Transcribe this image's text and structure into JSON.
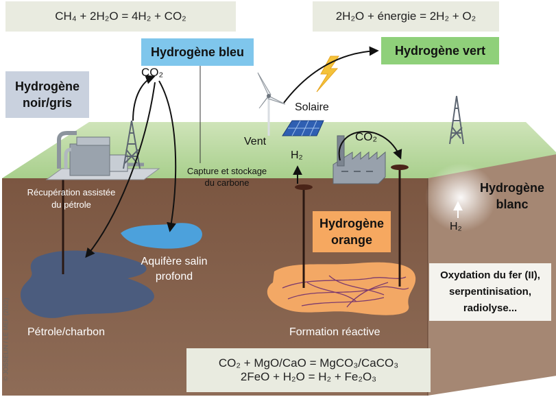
{
  "equations": {
    "smr": "CH₄ + 2H₂O = 4H₂ + CO₂",
    "electrolysis": "2H₂O + énergie = 2H₂ + O₂",
    "mineral": "CO₂ + MgO/CaO = MgCO₃/CaCO₃",
    "fe": "2FeO + H₂O = H₂ + Fe₂O₃"
  },
  "hydrogen_types": {
    "black_line1": "Hydrogène",
    "black_line2": "noir/gris",
    "blue": "Hydrogène bleu",
    "green": "Hydrogène vert",
    "orange_line1": "Hydrogène",
    "orange_line2": "orange",
    "white_line1": "Hydrogène",
    "white_line2": "blanc"
  },
  "labels": {
    "co2_top": "CO₂",
    "co2_factory": "CO₂",
    "h2_orange": "H₂",
    "h2_white": "H₂",
    "solar": "Solaire",
    "wind": "Vent",
    "ccs_line1": "Capture et stockage",
    "ccs_line2": "du carbone",
    "eor_line1": "Récupération assistée",
    "eor_line2": "du pétrole",
    "aquifer_line1": "Aquifère salin",
    "aquifer_line2": "profond",
    "oil": "Pétrole/charbon",
    "formation": "Formation réactive",
    "oxidation_line1": "Oxydation du fer (II),",
    "oxidation_line2": "serpentinisation,",
    "oxidation_line3": "radiolyse..."
  },
  "credit": "© JOSSELIN / LE MEF (2022)",
  "colors": {
    "black_box": "#c9d1de",
    "blue_box": "#7fc6ec",
    "green_box": "#8fd07a",
    "orange_box": "#f6a860",
    "ground_top": "#b7d89c",
    "soil_front": "#7d5a44",
    "soil_side": "#a58773",
    "equation_box": "#e9ebe0"
  }
}
